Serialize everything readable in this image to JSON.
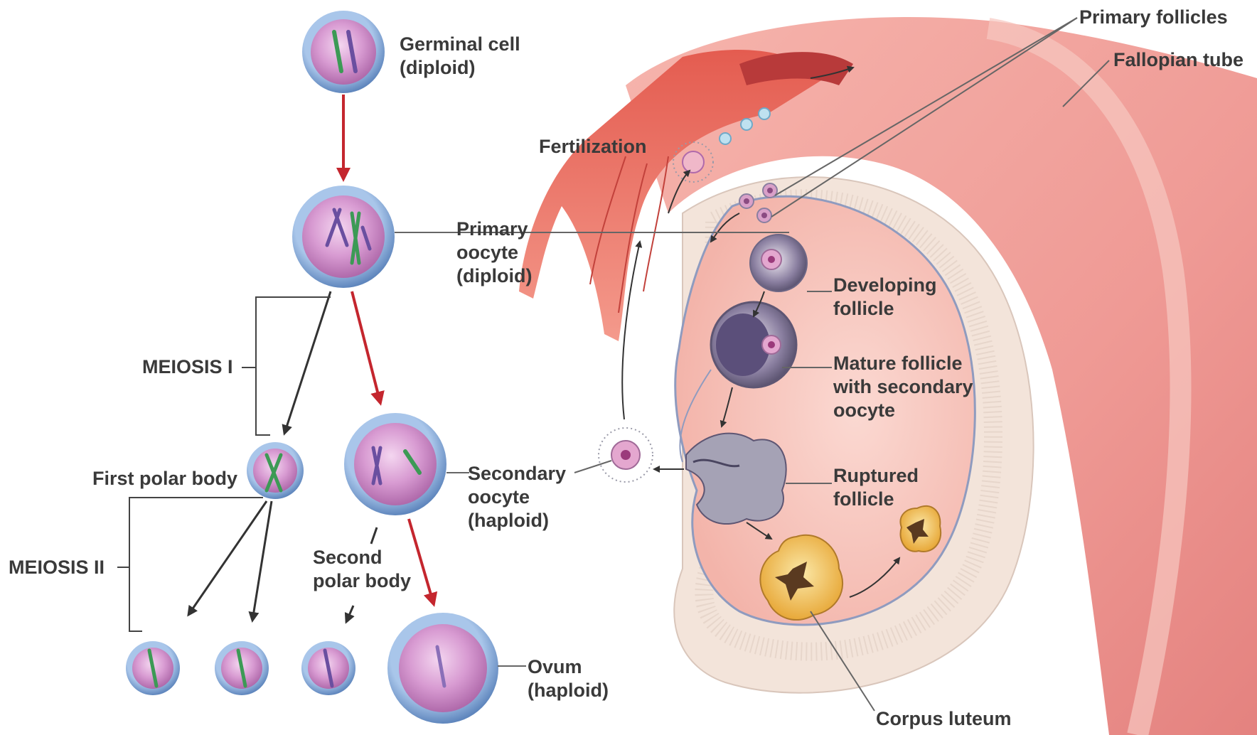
{
  "labels": {
    "germinal_cell": [
      "Germinal cell",
      "(diploid)"
    ],
    "primary_oocyte": [
      "Primary",
      "oocyte",
      "(diploid)"
    ],
    "meiosis_1": "MEIOSIS I",
    "meiosis_2": "MEIOSIS II",
    "first_polar_body": "First polar body",
    "secondary_oocyte": [
      "Secondary",
      "oocyte",
      "(haploid)"
    ],
    "second_polar_body": [
      "Second",
      "polar body"
    ],
    "ovum": [
      "Ovum",
      "(haploid)"
    ],
    "fertilization": "Fertilization",
    "primary_follicles": "Primary follicles",
    "fallopian_tube": "Fallopian tube",
    "developing_follicle": [
      "Developing",
      "follicle"
    ],
    "mature_follicle": [
      "Mature follicle",
      "with secondary",
      "oocyte"
    ],
    "ruptured_follicle": [
      "Ruptured",
      "follicle"
    ],
    "corpus_luteum": "Corpus luteum"
  },
  "colors": {
    "cell_rim": "#8fb3de",
    "cell_body": "#c98ac4",
    "chromosome_green": "#3c9a55",
    "chromosome_purple": "#6a4fa0",
    "arrow_red": "#c4262e",
    "arrow_dark": "#333333",
    "tube": "#f0a0a0",
    "ovary": "#f7c4bc",
    "corpus_luteum": "#f2c25a"
  }
}
